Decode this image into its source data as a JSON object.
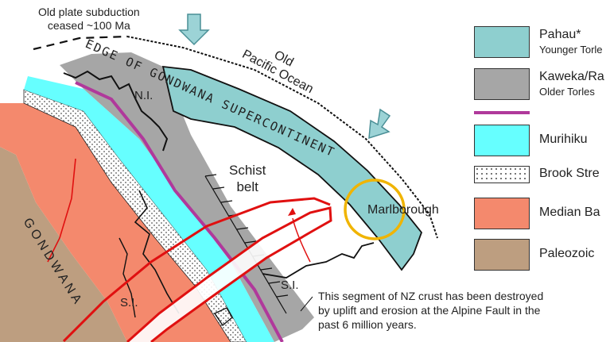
{
  "diagram": {
    "top_note": [
      "Old plate subduction",
      "ceased ~100 Ma"
    ],
    "ocean_label": [
      "Old",
      "Pacific Ocean"
    ],
    "edge_label": "EDGE OF GONDWANA SUPERCONTINENT",
    "gondwana_label": "GONDWANA",
    "ni_label": "N.I.",
    "si_label_center": "S.I.",
    "si_label_left": "S.I.",
    "schist_label": [
      "Schist",
      "belt"
    ],
    "marlborough_label": "Marlborough",
    "bottom_note": [
      "This segment of NZ crust has been destroyed",
      "by uplift and erosion at the Alpine Fault in the",
      "past 6 million years."
    ]
  },
  "legend": [
    {
      "label": "Pahau*",
      "sublabel": "Younger Torle",
      "color": "#8ecfcf"
    },
    {
      "label": "Kaweka/Ra",
      "sublabel": "Older Torles",
      "color": "#a6a6a6"
    },
    {
      "label": "",
      "sublabel": "",
      "color": "#b0399b"
    },
    {
      "label": "Murihiku",
      "sublabel": "",
      "color": "#66ffff"
    },
    {
      "label": "Brook Stre",
      "sublabel": "",
      "color": "#ffffff"
    },
    {
      "label": "Median Ba",
      "sublabel": "",
      "color": "#f4896d"
    },
    {
      "label": "Paleozoic",
      "sublabel": "",
      "color": "#bd9e80"
    }
  ],
  "colors": {
    "pahau": "#8ecfcf",
    "kaweka": "#a6a6a6",
    "magenta": "#b0399b",
    "murihiku": "#66ffff",
    "median": "#f4896d",
    "paleozoic": "#bd9e80",
    "red_outline": "#e01010",
    "marlborough_circle": "#f0b400",
    "arrow": "#9cd3d6"
  }
}
